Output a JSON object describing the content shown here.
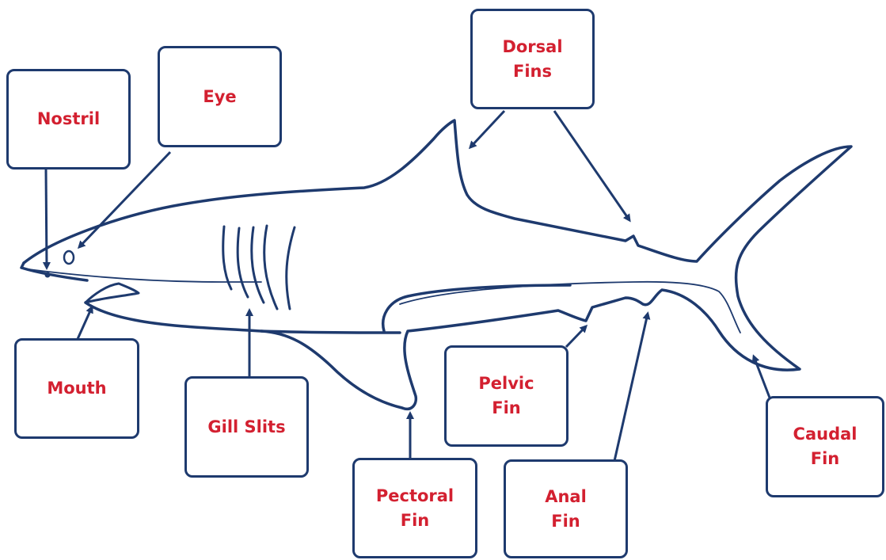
{
  "colors": {
    "outline": "#1e3a6e",
    "label_text": "#d32030",
    "background": "#ffffff"
  },
  "labels": {
    "nostril": "Nostril",
    "eye": "Eye",
    "dorsal_fins": "Dorsal\nFins",
    "mouth": "Mouth",
    "gill_slits": "Gill Slits",
    "pelvic_fin": "Pelvic\nFin",
    "pectoral_fin": "Pectoral\nFin",
    "anal_fin": "Anal\nFin",
    "caudal_fin": "Caudal\nFin"
  }
}
